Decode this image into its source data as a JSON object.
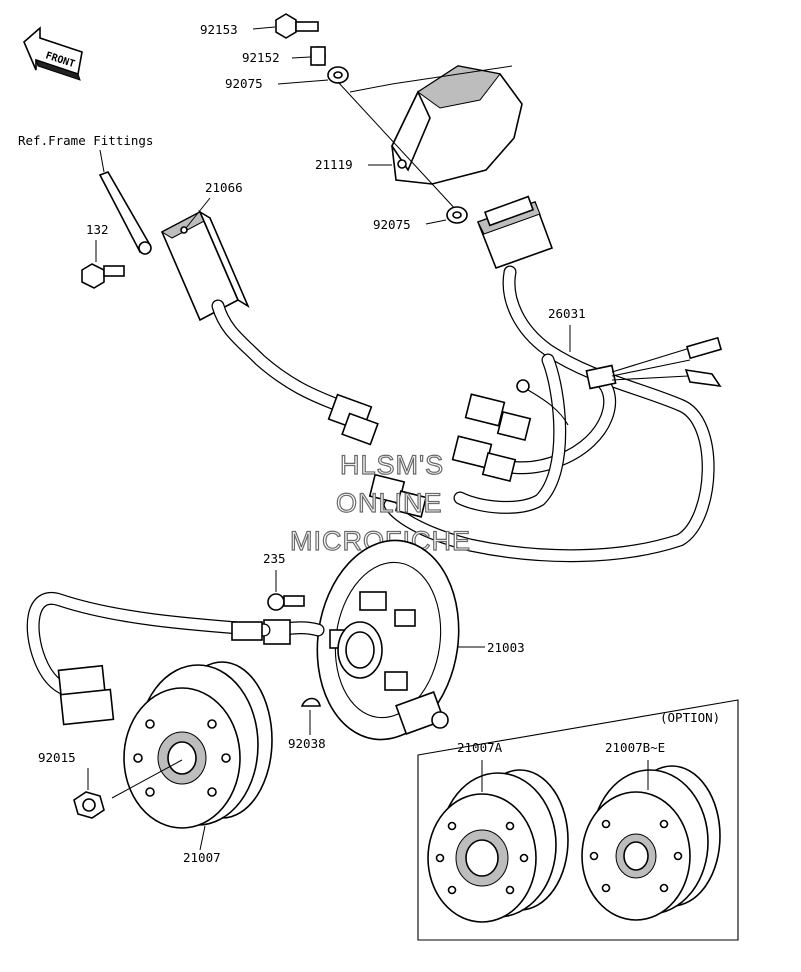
{
  "diagram": {
    "front_marker": "FRONT",
    "ref_note": "Ref.Frame Fittings",
    "option_label": "(OPTION)",
    "watermark": [
      "HLSM'S",
      "ONLINE",
      "MICROFICHE"
    ],
    "parts": {
      "p92153": "92153",
      "p92152": "92152",
      "p92075a": "92075",
      "p21119": "21119",
      "p92075b": "92075",
      "p21066": "21066",
      "p132": "132",
      "p26031": "26031",
      "p235": "235",
      "p21003": "21003",
      "p92038": "92038",
      "p92015": "92015",
      "p21007": "21007",
      "p21007a": "21007A",
      "p21007be": "21007B~E"
    }
  },
  "colors": {
    "line": "#000000",
    "background": "#ffffff",
    "watermark_outline": "#6a6a6a"
  },
  "icons": [
    "front-arrow-icon"
  ]
}
